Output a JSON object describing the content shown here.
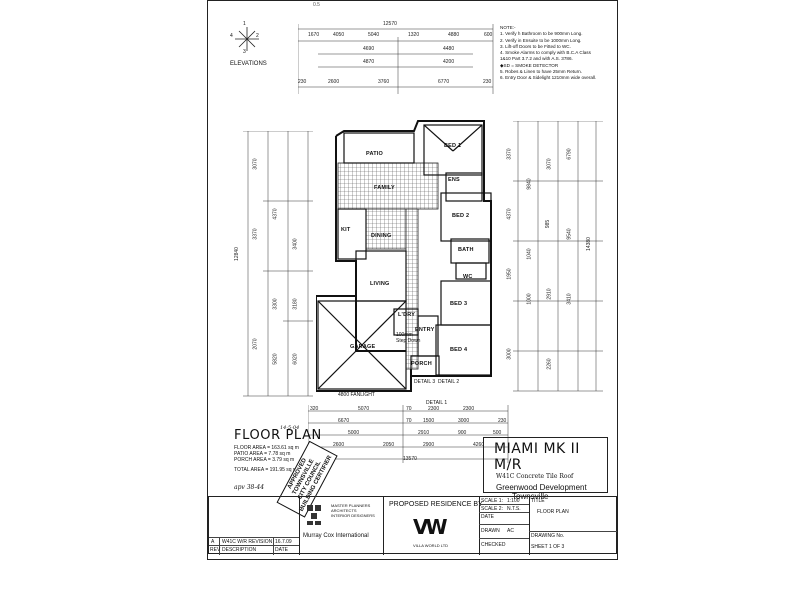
{
  "header": {
    "scribble_top": "0.5",
    "overall_dim_top": "12570",
    "top_dims_row1": [
      "1670",
      "4050",
      "5040",
      "1320",
      "4880",
      "600"
    ],
    "top_dims_row2": [
      "4690",
      "4480"
    ],
    "top_dims_row3": [
      "4870",
      "4200"
    ],
    "top_dims_row4": [
      "230",
      "2600",
      "3760",
      "6770",
      "230"
    ]
  },
  "elevations": {
    "label": "ELEVATIONS",
    "compass": [
      "1",
      "2",
      "3",
      "4"
    ]
  },
  "notes": {
    "heading": "NOTE:-",
    "items": [
      "1. Verify h Bathroom to be 900mm Long.",
      "2. Verify in Ensuite to be 1000mm Long.",
      "3. Lift-off Doors to be Fitted to WC.",
      "4. Smoke Alarms to comply with B.C.A Class",
      "   1&10 Part 3.7.2 and with A.S. 3786.",
      "   ◆SD = SMOKE DETECTOR",
      "5. Robes & Linen to have 25mm Return.",
      "6. Entry Door & Sidelight 1210mm wide overall."
    ]
  },
  "rooms": {
    "patio": "PATIO",
    "family": "FAMILY",
    "kit": "KIT",
    "dining": "DINING",
    "living": "LIVING",
    "bed1": "BED 1",
    "ens": "ENS",
    "bed2": "BED 2",
    "bath": "BATH",
    "wc": "WC",
    "bed3": "BED 3",
    "bed4": "BED 4",
    "ldry": "L'DRY",
    "entry": "ENTRY",
    "garage": "GARAGE",
    "porch": "PORCH",
    "step_note": "100mm\nStep Down",
    "detail1": "DETAIL 1",
    "detail2": "DETAIL 2",
    "detail3": "DETAIL 3",
    "fanlight": "4800 FANLIGHT"
  },
  "side_dims": {
    "left_outer": [
      "12840"
    ],
    "left_a": [
      "3070",
      "3370",
      "4370"
    ],
    "left_b": [
      "3300",
      "3400",
      "3180",
      "2070",
      "5820",
      "6020"
    ],
    "right_a": [
      "3370",
      "4370",
      "9840",
      "1040",
      "2910"
    ],
    "right_b": [
      "6790",
      "14380",
      "3070",
      "9540"
    ],
    "right_c": [
      "985",
      "1000",
      "3410",
      "1950",
      "3000",
      "2260"
    ]
  },
  "bottom_dims": {
    "row1": [
      "320",
      "5070",
      "70",
      "2300",
      "2300"
    ],
    "row2": [
      "6670",
      "70",
      "1500",
      "3000",
      "230"
    ],
    "row3": [
      "5000",
      "2910",
      "900",
      "500"
    ],
    "row4": [
      "2600",
      "2050",
      "2900",
      "4260"
    ],
    "overall": "13570"
  },
  "floor_plan": {
    "title": "FLOOR PLAN",
    "handwritten_title_note": "14-5-04",
    "areas": [
      {
        "label": "FLOOR AREA",
        "value": "= 163.61 sq m"
      },
      {
        "label": "PATIO AREA",
        "value": "= 7.78 sq m"
      },
      {
        "label": "PORCH AREA",
        "value": "= 3.79 sq m"
      },
      {
        "label": "TOTAL AREA",
        "value": "= 191.95 sq m"
      }
    ],
    "handwritten_note": "apv 38-44"
  },
  "stamp": {
    "lines": [
      "APPROVED",
      "TOWNSVILLE",
      "CITY COUNCIL",
      "BUILDING CERTIFIER"
    ]
  },
  "design": {
    "title": "MIAMI MK II M/R",
    "subtitle": "W41C Concrete Tile Roof",
    "developer": "Greenwood Development",
    "location": "Townsville"
  },
  "title_block": {
    "revisions": [
      {
        "rev": "A",
        "description": "W41C W/R REVISION",
        "date": "16.7.09"
      }
    ],
    "rev_header": "REV",
    "desc_header": "DESCRIPTION",
    "date_header": "DATE",
    "architect_lines": [
      "MASTER PLANNERS",
      "ARCHITECTS",
      "INTERIOR DESIGNERS"
    ],
    "architect": "Murray Cox International",
    "proposed": "PROPOSED RESIDENCE BY",
    "builder_mark": "VW",
    "builder_name": "VILLA WORLD LTD",
    "fields": [
      {
        "label": "SCALE 1:",
        "value": "1:100"
      },
      {
        "label": "SCALE 2:",
        "value": "N.T.S."
      },
      {
        "label": "DATE",
        "value": ""
      },
      {
        "label": "DRAWN",
        "value": "AC"
      },
      {
        "label": "CHECKED",
        "value": ""
      }
    ],
    "title_label": "TITLE",
    "title_value": "FLOOR PLAN",
    "drawing_no": "DRAWING No.",
    "sheet": "SHEET 1 OF 3"
  }
}
